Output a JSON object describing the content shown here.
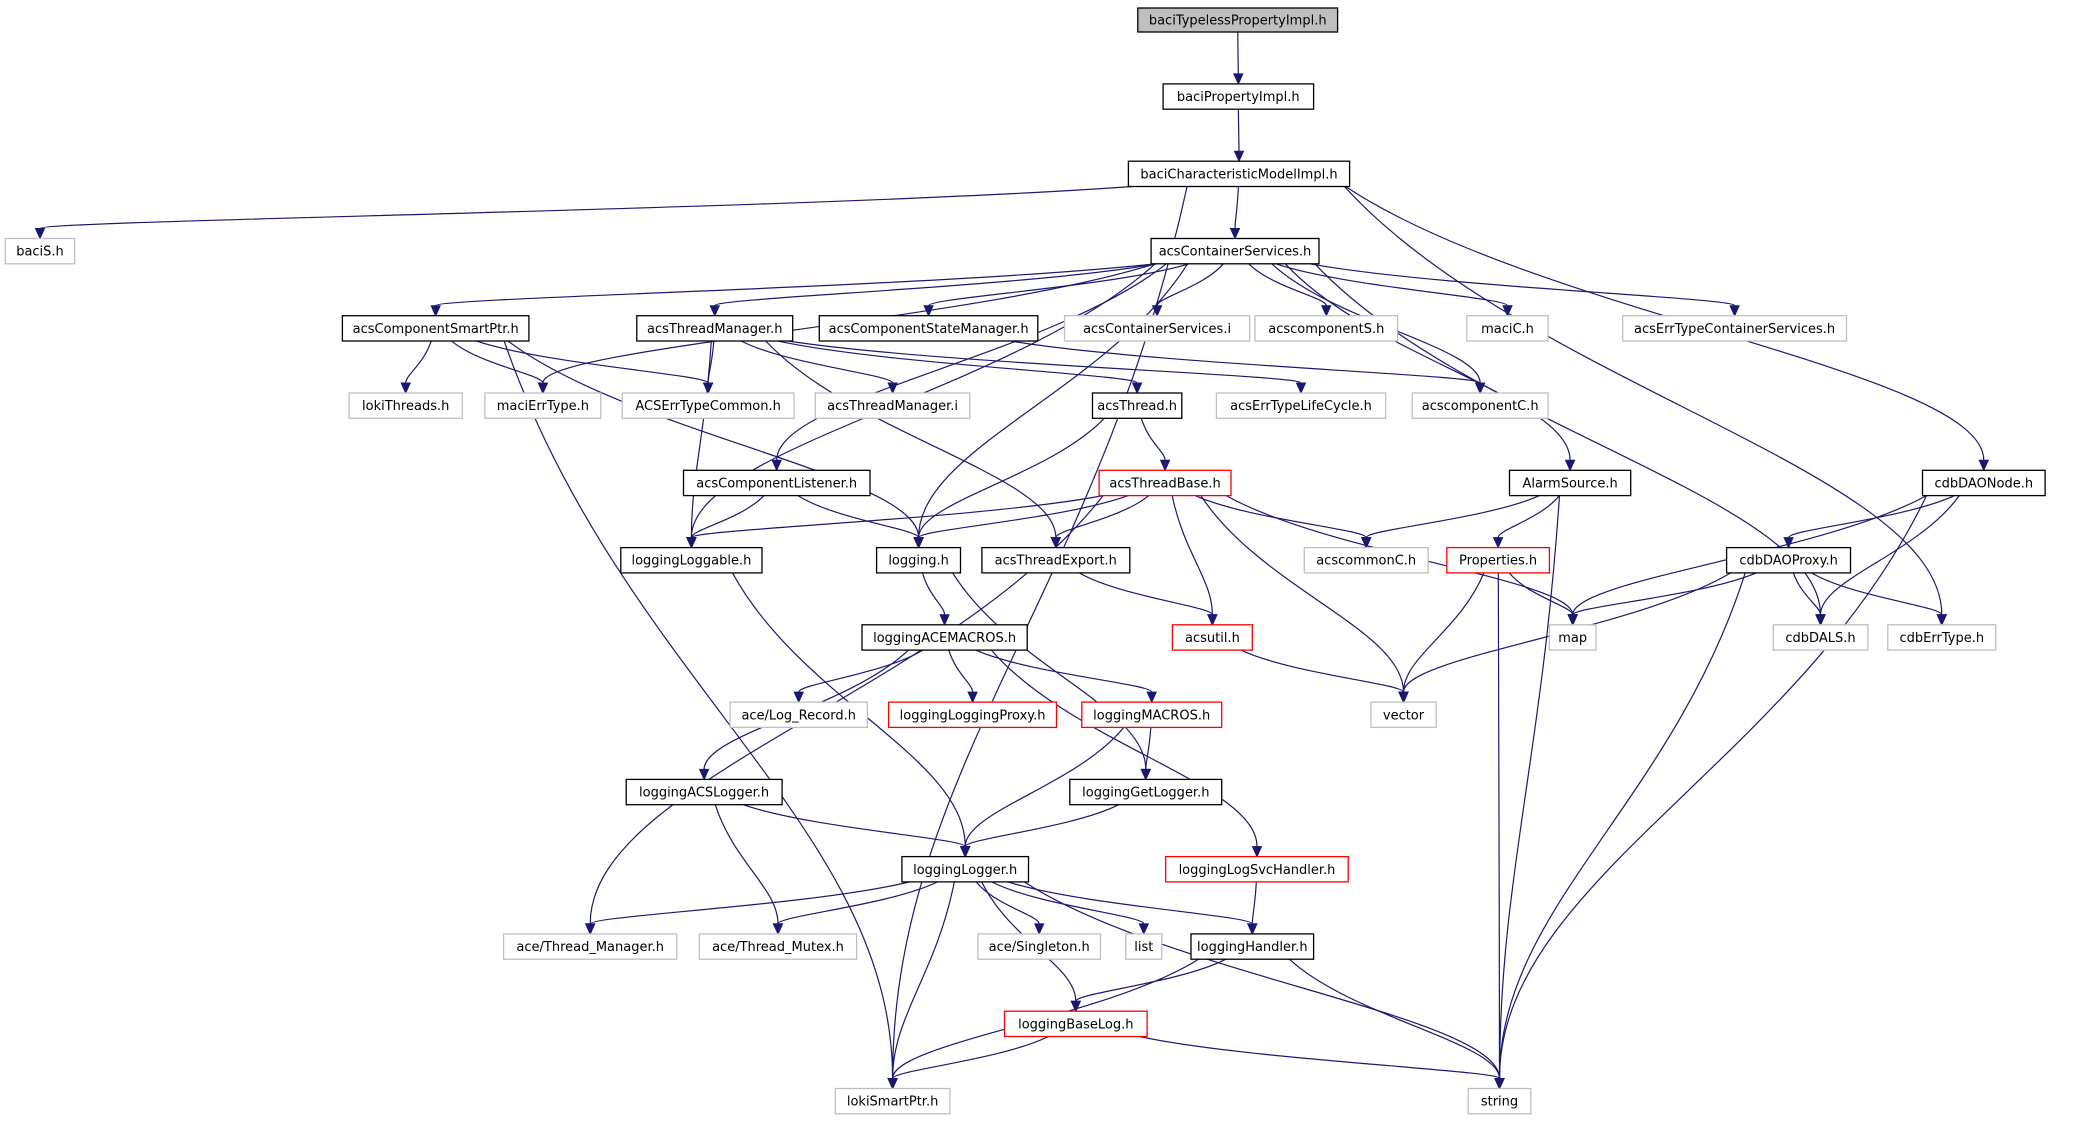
{
  "diagram": {
    "type": "include-dependency-graph",
    "colors": {
      "edge": "#191970",
      "root_fill": "#bfbfbf",
      "documented_border": "#000000",
      "undocumented_border": "#bfbfbf",
      "truncated_border": "#ff0000"
    },
    "nodes": [
      {
        "id": "baciTypelessPropertyImpl",
        "label": "baciTypelessPropertyImpl.h",
        "style": "root"
      },
      {
        "id": "baciPropertyImpl",
        "label": "baciPropertyImpl.h",
        "style": "documented"
      },
      {
        "id": "baciCharacteristicModelImpl",
        "label": "baciCharacteristicModelImpl.h",
        "style": "documented"
      },
      {
        "id": "baciS",
        "label": "baciS.h",
        "style": "external"
      },
      {
        "id": "acsContainerServices",
        "label": "acsContainerServices.h",
        "style": "documented"
      },
      {
        "id": "acsComponentSmartPtr",
        "label": "acsComponentSmartPtr.h",
        "style": "documented"
      },
      {
        "id": "acsThreadManager",
        "label": "acsThreadManager.h",
        "style": "documented"
      },
      {
        "id": "acsComponentStateManager",
        "label": "acsComponentStateManager.h",
        "style": "documented"
      },
      {
        "id": "acsContainerServicesI",
        "label": "acsContainerServices.i",
        "style": "external"
      },
      {
        "id": "acscomponentS",
        "label": "acscomponentS.h",
        "style": "external"
      },
      {
        "id": "maciC",
        "label": "maciC.h",
        "style": "external"
      },
      {
        "id": "acsErrTypeContainerServices",
        "label": "acsErrTypeContainerServices.h",
        "style": "external"
      },
      {
        "id": "lokiThreads",
        "label": "lokiThreads.h",
        "style": "external"
      },
      {
        "id": "maciErrType",
        "label": "maciErrType.h",
        "style": "external"
      },
      {
        "id": "ACSErrTypeCommon",
        "label": "ACSErrTypeCommon.h",
        "style": "external"
      },
      {
        "id": "acsThreadManagerI",
        "label": "acsThreadManager.i",
        "style": "external"
      },
      {
        "id": "acsThread",
        "label": "acsThread.h",
        "style": "documented"
      },
      {
        "id": "acsErrTypeLifeCycle",
        "label": "acsErrTypeLifeCycle.h",
        "style": "external"
      },
      {
        "id": "acscomponentC",
        "label": "acscomponentC.h",
        "style": "external"
      },
      {
        "id": "acsComponentListener",
        "label": "acsComponentListener.h",
        "style": "documented"
      },
      {
        "id": "acsThreadBase",
        "label": "acsThreadBase.h",
        "style": "truncated"
      },
      {
        "id": "AlarmSource",
        "label": "AlarmSource.h",
        "style": "documented"
      },
      {
        "id": "cdbDAONode",
        "label": "cdbDAONode.h",
        "style": "documented"
      },
      {
        "id": "loggingLoggable",
        "label": "loggingLoggable.h",
        "style": "documented"
      },
      {
        "id": "logging",
        "label": "logging.h",
        "style": "documented"
      },
      {
        "id": "acsThreadExport",
        "label": "acsThreadExport.h",
        "style": "documented"
      },
      {
        "id": "acscommonC",
        "label": "acscommonC.h",
        "style": "external"
      },
      {
        "id": "Properties",
        "label": "Properties.h",
        "style": "truncated"
      },
      {
        "id": "cdbDAOProxy",
        "label": "cdbDAOProxy.h",
        "style": "documented"
      },
      {
        "id": "acsutil",
        "label": "acsutil.h",
        "style": "truncated"
      },
      {
        "id": "loggingACEMACROS",
        "label": "loggingACEMACROS.h",
        "style": "documented"
      },
      {
        "id": "map",
        "label": "map",
        "style": "external"
      },
      {
        "id": "cdbDALS",
        "label": "cdbDALS.h",
        "style": "external"
      },
      {
        "id": "cdbErrType",
        "label": "cdbErrType.h",
        "style": "external"
      },
      {
        "id": "aceLogRecord",
        "label": "ace/Log_Record.h",
        "style": "external"
      },
      {
        "id": "loggingLoggingProxy",
        "label": "loggingLoggingProxy.h",
        "style": "truncated"
      },
      {
        "id": "loggingMACROS",
        "label": "loggingMACROS.h",
        "style": "truncated"
      },
      {
        "id": "vector",
        "label": "vector",
        "style": "external"
      },
      {
        "id": "loggingACSLogger",
        "label": "loggingACSLogger.h",
        "style": "documented"
      },
      {
        "id": "loggingGetLogger",
        "label": "loggingGetLogger.h",
        "style": "documented"
      },
      {
        "id": "loggingLogger",
        "label": "loggingLogger.h",
        "style": "documented"
      },
      {
        "id": "loggingLogSvcHandler",
        "label": "loggingLogSvcHandler.h",
        "style": "truncated"
      },
      {
        "id": "aceThreadManager",
        "label": "ace/Thread_Manager.h",
        "style": "external"
      },
      {
        "id": "aceThreadMutex",
        "label": "ace/Thread_Mutex.h",
        "style": "external"
      },
      {
        "id": "aceSingleton",
        "label": "ace/Singleton.h",
        "style": "external"
      },
      {
        "id": "list",
        "label": "list",
        "style": "external"
      },
      {
        "id": "loggingHandler",
        "label": "loggingHandler.h",
        "style": "documented"
      },
      {
        "id": "loggingBaseLog",
        "label": "loggingBaseLog.h",
        "style": "truncated"
      },
      {
        "id": "lokiSmartPtr",
        "label": "lokiSmartPtr.h",
        "style": "external"
      },
      {
        "id": "string",
        "label": "string",
        "style": "external"
      }
    ],
    "edges": [
      [
        "baciTypelessPropertyImpl",
        "baciPropertyImpl"
      ],
      [
        "baciPropertyImpl",
        "baciCharacteristicModelImpl"
      ],
      [
        "baciCharacteristicModelImpl",
        "baciS"
      ],
      [
        "baciCharacteristicModelImpl",
        "acsContainerServices"
      ],
      [
        "baciCharacteristicModelImpl",
        "lokiSmartPtr"
      ],
      [
        "baciCharacteristicModelImpl",
        "cdbDAONode"
      ],
      [
        "baciCharacteristicModelImpl",
        "cdbErrType"
      ],
      [
        "acsContainerServices",
        "acsComponentSmartPtr"
      ],
      [
        "acsContainerServices",
        "acsThreadManager"
      ],
      [
        "acsContainerServices",
        "acsComponentStateManager"
      ],
      [
        "acsContainerServices",
        "acsContainerServicesI"
      ],
      [
        "acsContainerServices",
        "acscomponentS"
      ],
      [
        "acsContainerServices",
        "maciC"
      ],
      [
        "acsContainerServices",
        "acsErrTypeContainerServices"
      ],
      [
        "acsContainerServices",
        "maciErrType"
      ],
      [
        "acsContainerServices",
        "acscomponentC"
      ],
      [
        "acsContainerServices",
        "acsComponentListener"
      ],
      [
        "acsContainerServices",
        "loggingLoggable"
      ],
      [
        "acsContainerServices",
        "logging"
      ],
      [
        "acsContainerServices",
        "AlarmSource"
      ],
      [
        "acsContainerServices",
        "cdbDALS"
      ],
      [
        "acsComponentSmartPtr",
        "lokiThreads"
      ],
      [
        "acsComponentSmartPtr",
        "maciErrType"
      ],
      [
        "acsComponentSmartPtr",
        "ACSErrTypeCommon"
      ],
      [
        "acsComponentSmartPtr",
        "lokiSmartPtr"
      ],
      [
        "acsComponentSmartPtr",
        "logging"
      ],
      [
        "acsThreadManager",
        "ACSErrTypeCommon"
      ],
      [
        "acsThreadManager",
        "acsThreadManagerI"
      ],
      [
        "acsThreadManager",
        "acsThread"
      ],
      [
        "acsThreadManager",
        "acsErrTypeLifeCycle"
      ],
      [
        "acsThreadManager",
        "acsThreadExport"
      ],
      [
        "acsThreadManager",
        "loggingLoggable"
      ],
      [
        "acsComponentStateManager",
        "acscomponentC"
      ],
      [
        "acsThread",
        "acsThreadBase"
      ],
      [
        "acsThread",
        "logging"
      ],
      [
        "acsComponentListener",
        "loggingLoggable"
      ],
      [
        "acsComponentListener",
        "logging"
      ],
      [
        "acsThreadBase",
        "loggingLoggable"
      ],
      [
        "acsThreadBase",
        "logging"
      ],
      [
        "acsThreadBase",
        "acsThreadExport"
      ],
      [
        "acsThreadBase",
        "acscommonC"
      ],
      [
        "acsThreadBase",
        "acsutil"
      ],
      [
        "acsThreadBase",
        "map"
      ],
      [
        "acsThreadBase",
        "vector"
      ],
      [
        "acsThreadBase",
        "aceThreadManager"
      ],
      [
        "AlarmSource",
        "acscommonC"
      ],
      [
        "AlarmSource",
        "Properties"
      ],
      [
        "AlarmSource",
        "string"
      ],
      [
        "cdbDAONode",
        "cdbDAOProxy"
      ],
      [
        "cdbDAONode",
        "map"
      ],
      [
        "cdbDAONode",
        "cdbDALS"
      ],
      [
        "cdbDAONode",
        "string"
      ],
      [
        "loggingLoggable",
        "loggingLogger"
      ],
      [
        "logging",
        "loggingACEMACROS"
      ],
      [
        "logging",
        "loggingGetLogger"
      ],
      [
        "acsThreadExport",
        "acsutil"
      ],
      [
        "Properties",
        "map"
      ],
      [
        "Properties",
        "vector"
      ],
      [
        "Properties",
        "string"
      ],
      [
        "cdbDAOProxy",
        "map"
      ],
      [
        "cdbDAOProxy",
        "cdbDALS"
      ],
      [
        "cdbDAOProxy",
        "cdbErrType"
      ],
      [
        "cdbDAOProxy",
        "vector"
      ],
      [
        "cdbDAOProxy",
        "string"
      ],
      [
        "acsutil",
        "vector"
      ],
      [
        "loggingACEMACROS",
        "aceLogRecord"
      ],
      [
        "loggingACEMACROS",
        "loggingLoggingProxy"
      ],
      [
        "loggingACEMACROS",
        "loggingMACROS"
      ],
      [
        "loggingACEMACROS",
        "loggingACSLogger"
      ],
      [
        "loggingACEMACROS",
        "loggingLogSvcHandler"
      ],
      [
        "loggingMACROS",
        "loggingGetLogger"
      ],
      [
        "loggingMACROS",
        "loggingLogger"
      ],
      [
        "loggingACSLogger",
        "loggingLogger"
      ],
      [
        "loggingACSLogger",
        "aceThreadMutex"
      ],
      [
        "loggingGetLogger",
        "loggingLogger"
      ],
      [
        "loggingLogSvcHandler",
        "loggingHandler"
      ],
      [
        "loggingLogger",
        "aceThreadManager"
      ],
      [
        "loggingLogger",
        "aceThreadMutex"
      ],
      [
        "loggingLogger",
        "aceSingleton"
      ],
      [
        "loggingLogger",
        "list"
      ],
      [
        "loggingLogger",
        "loggingHandler"
      ],
      [
        "loggingLogger",
        "loggingBaseLog"
      ],
      [
        "loggingLogger",
        "lokiSmartPtr"
      ],
      [
        "loggingLogger",
        "string"
      ],
      [
        "loggingHandler",
        "loggingBaseLog"
      ],
      [
        "loggingHandler",
        "lokiSmartPtr"
      ],
      [
        "loggingHandler",
        "string"
      ],
      [
        "loggingBaseLog",
        "lokiSmartPtr"
      ],
      [
        "loggingBaseLog",
        "string"
      ]
    ]
  }
}
